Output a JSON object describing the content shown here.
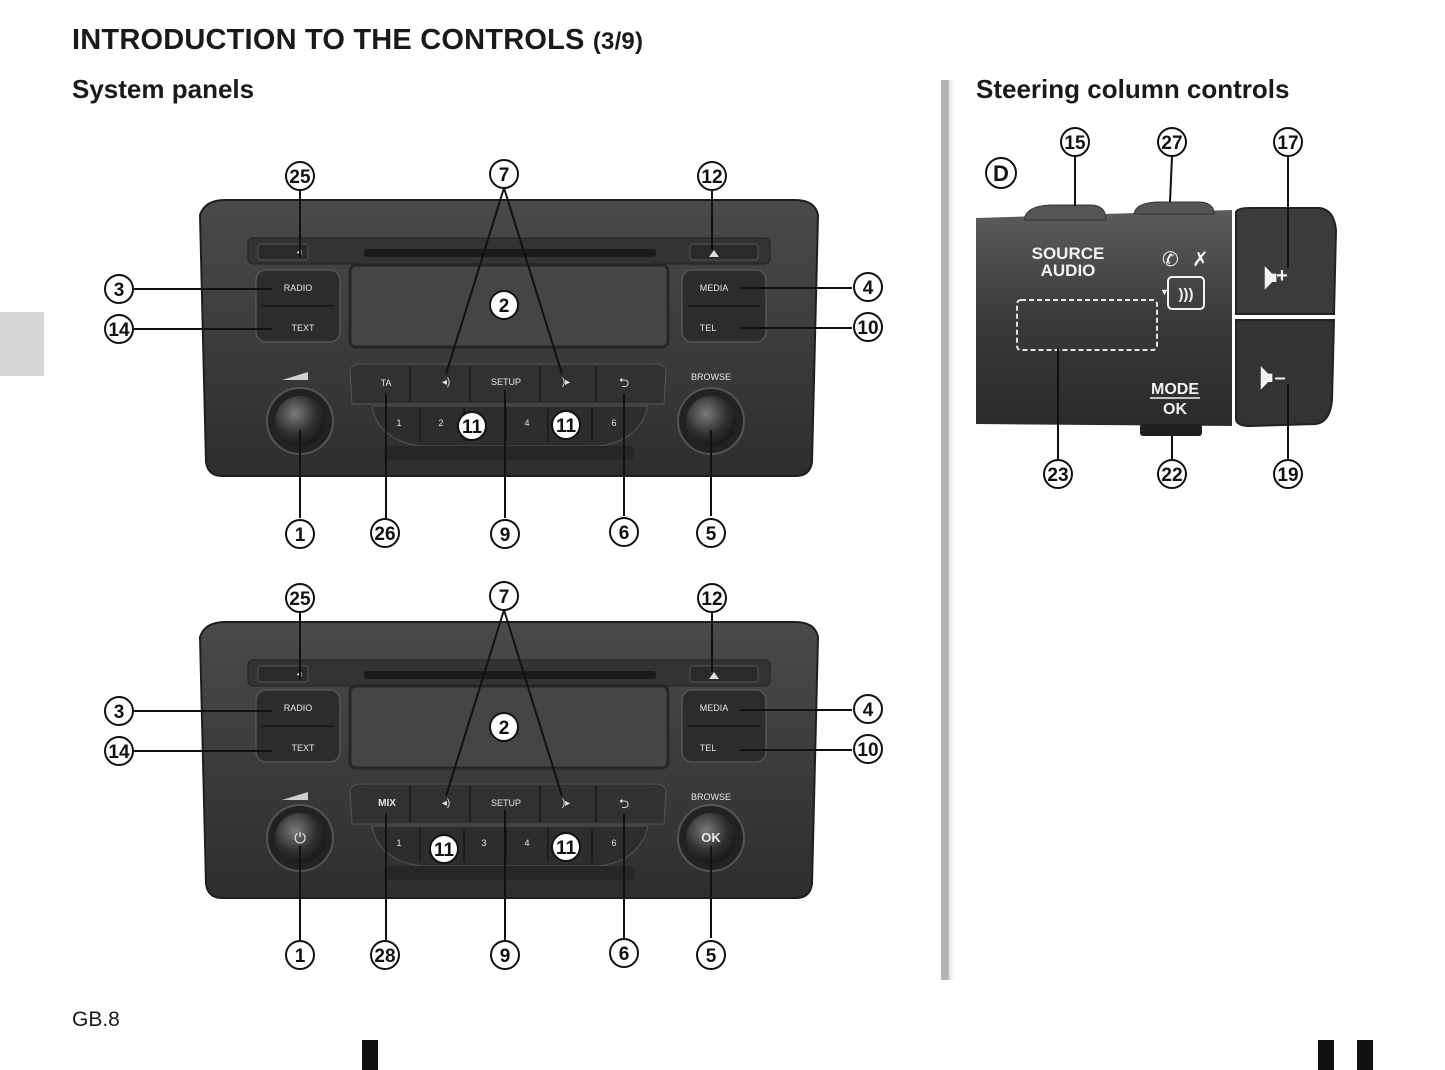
{
  "page": {
    "title": "INTRODUCTION TO THE CONTROLS",
    "page_indicator": "(3/9)",
    "left_section_title": "System panels",
    "right_section_title": "Steering column controls",
    "footer": "GB.8"
  },
  "panel_top": {
    "buttons": {
      "radio": "RADIO",
      "text": "TEXT",
      "media": "MEDIA",
      "tel": "TEL",
      "ta": "TA",
      "setup": "SETUP",
      "browse": "BROWSE",
      "preset1": "1",
      "preset2": "2",
      "preset4": "4",
      "preset6": "6"
    },
    "callouts": {
      "c25": "25",
      "c7": "7",
      "c12": "12",
      "c3": "3",
      "c14": "14",
      "c2": "2",
      "c4": "4",
      "c10": "10",
      "c11a": "11",
      "c11b": "11",
      "c1": "1",
      "c26": "26",
      "c9": "9",
      "c6": "6",
      "c5": "5"
    }
  },
  "panel_bottom": {
    "buttons": {
      "radio": "RADIO",
      "text": "TEXT",
      "media": "MEDIA",
      "tel": "TEL",
      "mix": "MIX",
      "setup": "SETUP",
      "browse": "BROWSE",
      "ok": "OK",
      "preset1": "1",
      "preset3": "3",
      "preset4": "4",
      "preset6": "6"
    },
    "callouts": {
      "c25": "25",
      "c7": "7",
      "c12": "12",
      "c3": "3",
      "c14": "14",
      "c2": "2",
      "c4": "4",
      "c10": "10",
      "c11a": "11",
      "c11b": "11",
      "c1": "1",
      "c28": "28",
      "c9": "9",
      "c6": "6",
      "c5": "5"
    }
  },
  "steering": {
    "figure_letter": "D",
    "source_line1": "SOURCE",
    "source_line2": "AUDIO",
    "mode_label": "MODE",
    "ok_label": "OK",
    "callouts": {
      "c15": "15",
      "c27": "27",
      "c17": "17",
      "c23": "23",
      "c22": "22",
      "c19": "19"
    }
  },
  "colors": {
    "panel": "#3a3a3a",
    "bezel": "#2b2b2b",
    "screen": "#4a4a4a",
    "divider": "#b3b3b3",
    "side_tab": "#d6d6d6"
  }
}
